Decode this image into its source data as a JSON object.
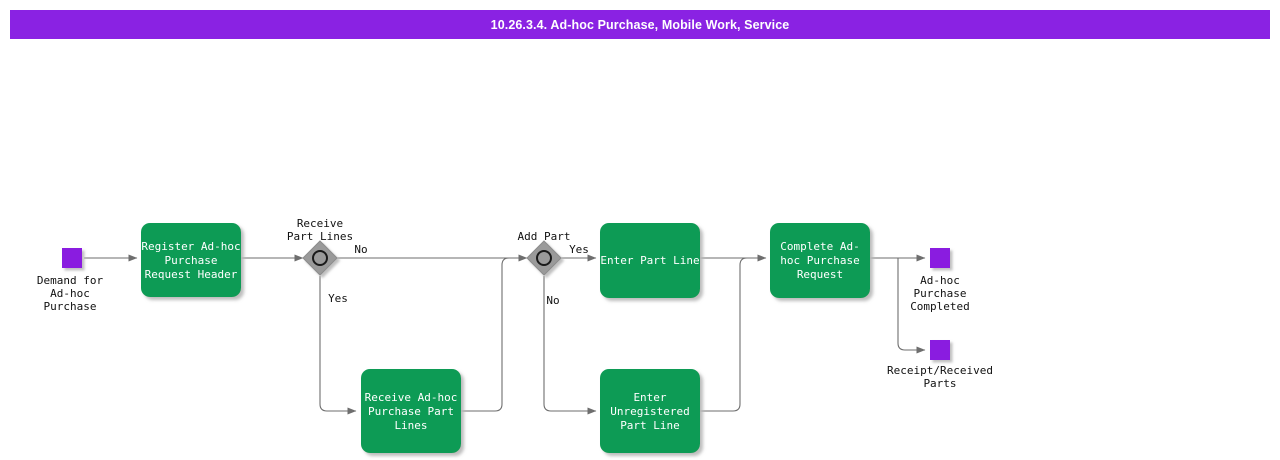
{
  "header": {
    "title": "10.26.3.4. Ad-hoc Purchase, Mobile Work, Service",
    "background_color": "#8a22e3",
    "text_color": "#ffffff"
  },
  "colors": {
    "task_fill": "#0e9b54",
    "task_text": "#ffffff",
    "event_fill": "#8a1fe0",
    "gateway_fill": "#9a9a9a",
    "gateway_stroke": "#4d4d4d",
    "edge": "#6e6e6e",
    "label_text": "#111111",
    "canvas": "#ffffff"
  },
  "diagram": {
    "type": "bpmn-process-flow",
    "events": [
      {
        "id": "start-demand",
        "kind": "start-event",
        "label": "Demand for\nAd-hoc\nPurchase",
        "line1": "Demand for",
        "line2": "Ad-hoc",
        "line3": "Purchase"
      },
      {
        "id": "end-completed",
        "kind": "end-event",
        "label": "Ad-hoc\nPurchase\nCompleted",
        "line1": "Ad-hoc",
        "line2": "Purchase",
        "line3": "Completed"
      },
      {
        "id": "end-receipt",
        "kind": "end-event",
        "label": "Receipt/Received\nParts",
        "line1": "Receipt/Received",
        "line2": "Parts"
      }
    ],
    "gateways": [
      {
        "id": "gw-receive-part-lines",
        "kind": "event-based-gateway",
        "label": "Receive\nPart Lines",
        "line1": "Receive",
        "line2": "Part Lines",
        "outputs": [
          "No",
          "Yes"
        ]
      },
      {
        "id": "gw-add-part",
        "kind": "event-based-gateway",
        "label": "Add Part",
        "line1": "Add Part",
        "outputs": [
          "Yes",
          "No"
        ]
      }
    ],
    "tasks": [
      {
        "id": "task-register-header",
        "label": "Register Ad-hoc Purchase Request Header",
        "line1": "Register Ad-hoc",
        "line2": "Purchase",
        "line3": "Request Header"
      },
      {
        "id": "task-receive-part-lines",
        "label": "Receive Ad-hoc Purchase Part Lines",
        "line1": "Receive Ad-hoc",
        "line2": "Purchase Part",
        "line3": "Lines"
      },
      {
        "id": "task-enter-part-line",
        "label": "Enter Part Line",
        "line1": "Enter Part Line"
      },
      {
        "id": "task-enter-unregistered-part-line",
        "label": "Enter Unregistered Part Line",
        "line1": "Enter",
        "line2": "Unregistered",
        "line3": "Part Line"
      },
      {
        "id": "task-complete-request",
        "label": "Complete Ad-hoc Purchase Request",
        "line1": "Complete Ad-",
        "line2": "hoc Purchase",
        "line3": "Request"
      }
    ],
    "flow_labels": {
      "gw1_no": "No",
      "gw1_yes": "Yes",
      "gw2_yes": "Yes",
      "gw2_no": "No"
    }
  }
}
